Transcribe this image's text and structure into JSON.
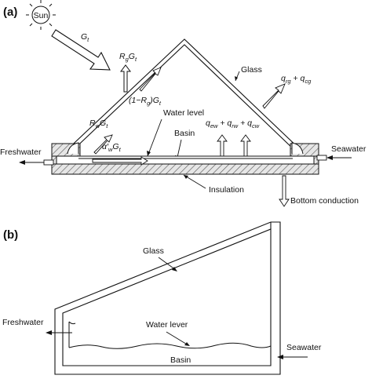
{
  "panel_a": {
    "label": "(a)",
    "sun": "Sun",
    "gt": {
      "main": "G",
      "sub": "t"
    },
    "rg_gt": {
      "r": "R",
      "rsub": "g",
      "g": "G",
      "gsub": "t"
    },
    "trans": {
      "pre": "(1−",
      "r": "R",
      "rsub": "g",
      "mid": ")",
      "g": "G",
      "gsub": "t"
    },
    "glass": "Glass",
    "conv_top": {
      "q1": "q",
      "q1sub": "rg",
      "plus": " + ",
      "q2": "q",
      "q2sub": "cg"
    },
    "rw_gt": {
      "r": "R",
      "rsub": "w",
      "g": "G",
      "gsub": "t"
    },
    "water_level": "Water level",
    "basin": "Basin",
    "evap": {
      "q1": "q",
      "q1sub": "ew",
      "p1": " + ",
      "q2": "q",
      "q2sub": "rw",
      "p2": " + ",
      "q3": "q",
      "q3sub": "cw"
    },
    "alpha": {
      "a": "α′",
      "asub": "w",
      "g": "G",
      "gsub": "t"
    },
    "freshwater": "Freshwater",
    "seawater": "Seawater",
    "insulation": "Insulation",
    "bottom_conduction": "Bottom conduction"
  },
  "panel_b": {
    "label": "(b)",
    "glass": "Glass",
    "freshwater": "Freshwater",
    "water_lever": "Water lever",
    "seawater": "Seawater",
    "basin": "Basin"
  }
}
